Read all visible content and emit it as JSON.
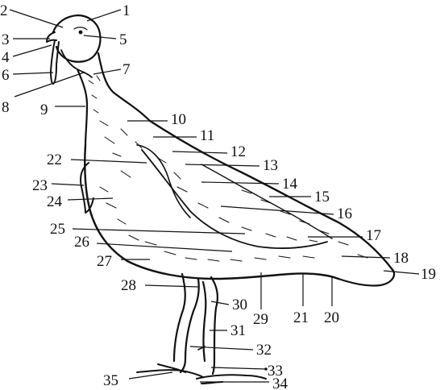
{
  "labels": [
    "1",
    "2",
    "3",
    "4",
    "5",
    "6",
    "7",
    "8",
    "9",
    "10",
    "11",
    "12",
    "13",
    "14",
    "15",
    "16",
    "17",
    "18",
    "19",
    "20",
    "21",
    "22",
    "23",
    "24",
    "25",
    "26",
    "27",
    "28",
    "29",
    "30",
    "31",
    "32",
    "33",
    "34",
    "35"
  ],
  "colors": {
    "ink": "#111111",
    "background": "#ffffff"
  }
}
